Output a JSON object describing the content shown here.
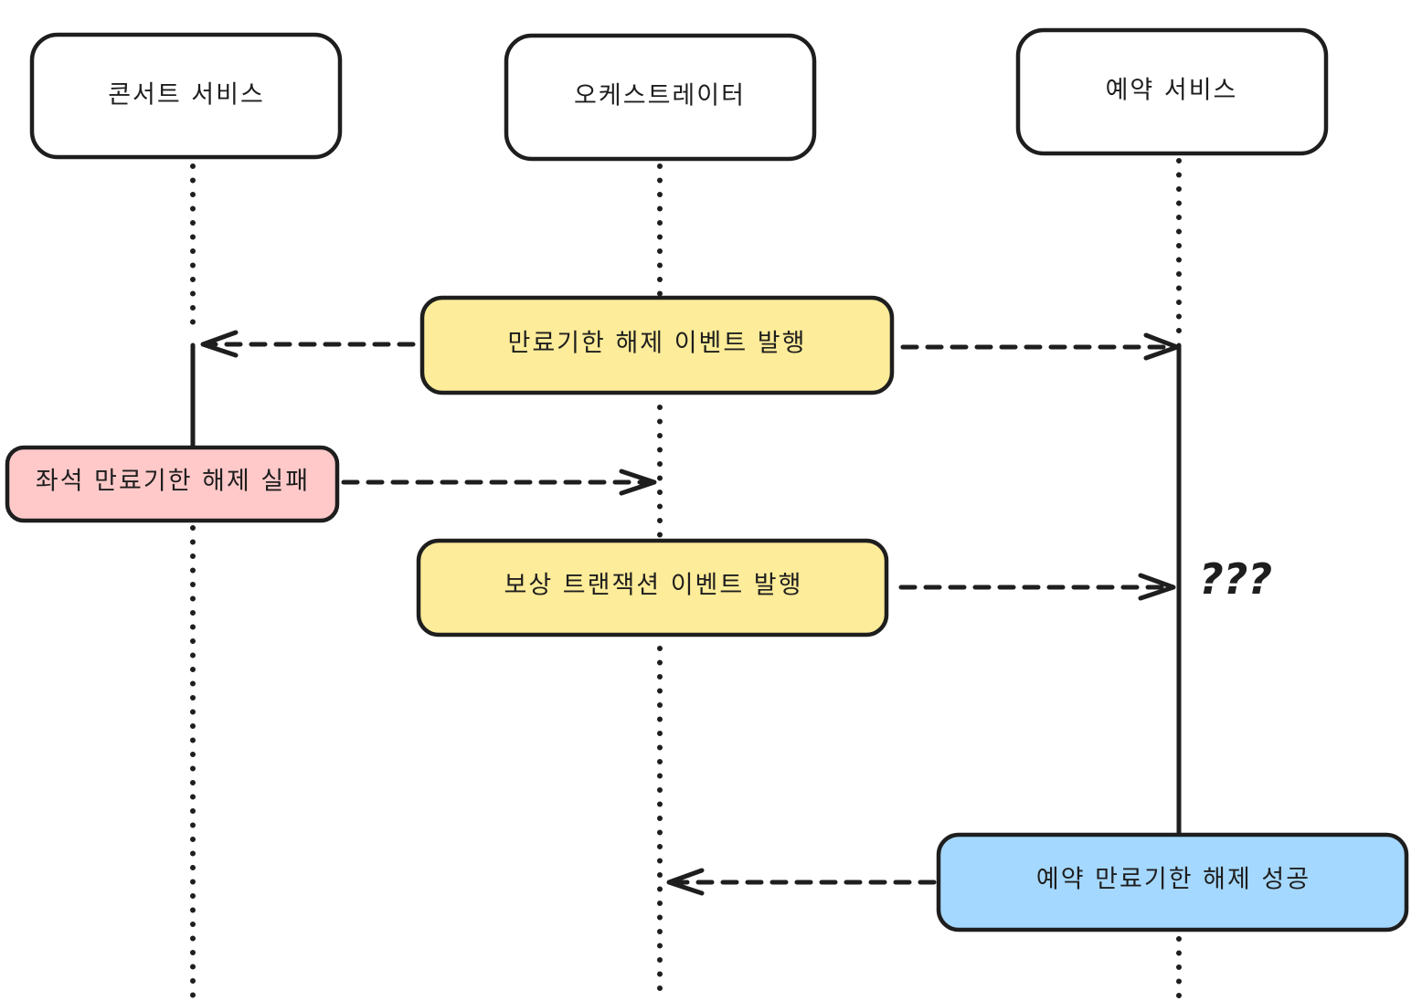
{
  "participants": {
    "concert": {
      "label": "콘서트 서비스"
    },
    "orchestrator": {
      "label": "오케스트레이터"
    },
    "reservation": {
      "label": "예약 서비스"
    }
  },
  "messages": {
    "expire_event": {
      "label": "만료기한 해제 이벤트 발행",
      "color": "#fdec99"
    },
    "seat_fail": {
      "label": "좌석 만료기한 해제 실패",
      "color": "#ffc9c9"
    },
    "compensation_event": {
      "label": "보상 트랜잭션 이벤트 발행",
      "color": "#fdec99"
    },
    "reservation_success": {
      "label": "예약 만료기한 해제 성공",
      "color": "#a5d8ff"
    }
  },
  "annotation": {
    "unknown": "???"
  },
  "colors": {
    "stroke": "#1e1e1e",
    "participant_fill": "#ffffff"
  }
}
